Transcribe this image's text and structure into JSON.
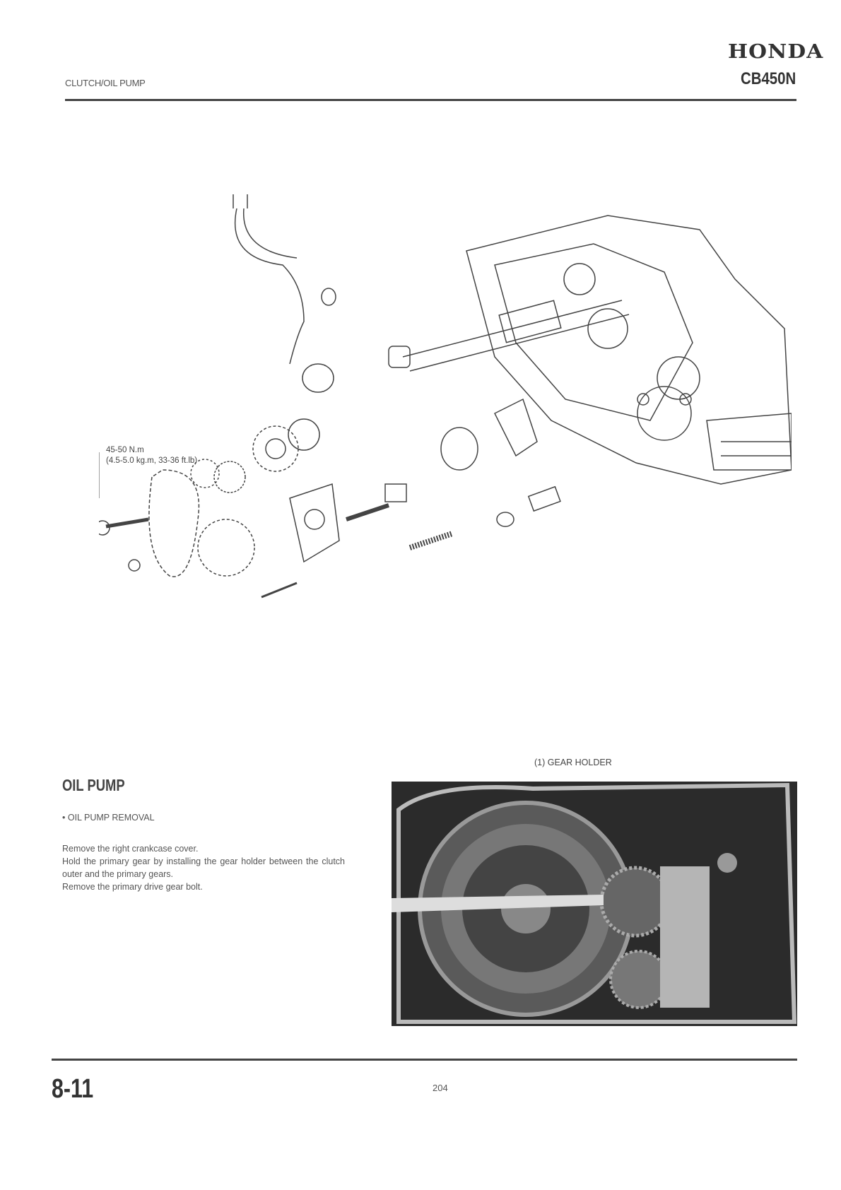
{
  "header": {
    "section_title": "CLUTCH/OIL PUMP",
    "brand": "HONDA",
    "model": "CB450N"
  },
  "diagram": {
    "torque_line1": "45-50 N.m",
    "torque_line2": "(4.5-5.0 kg.m, 33-36 ft.lb)"
  },
  "photo": {
    "caption": "(1) GEAR HOLDER"
  },
  "section": {
    "heading": "OIL PUMP",
    "bullet": "• OIL PUMP REMOVAL",
    "paragraphs": [
      "Remove the right crankcase cover.",
      "Hold the primary gear by installing the gear holder between the clutch outer and the primary gears.",
      "Remove the primary drive gear bolt."
    ]
  },
  "footer": {
    "chapter_page": "8-11",
    "page_number": "204"
  }
}
